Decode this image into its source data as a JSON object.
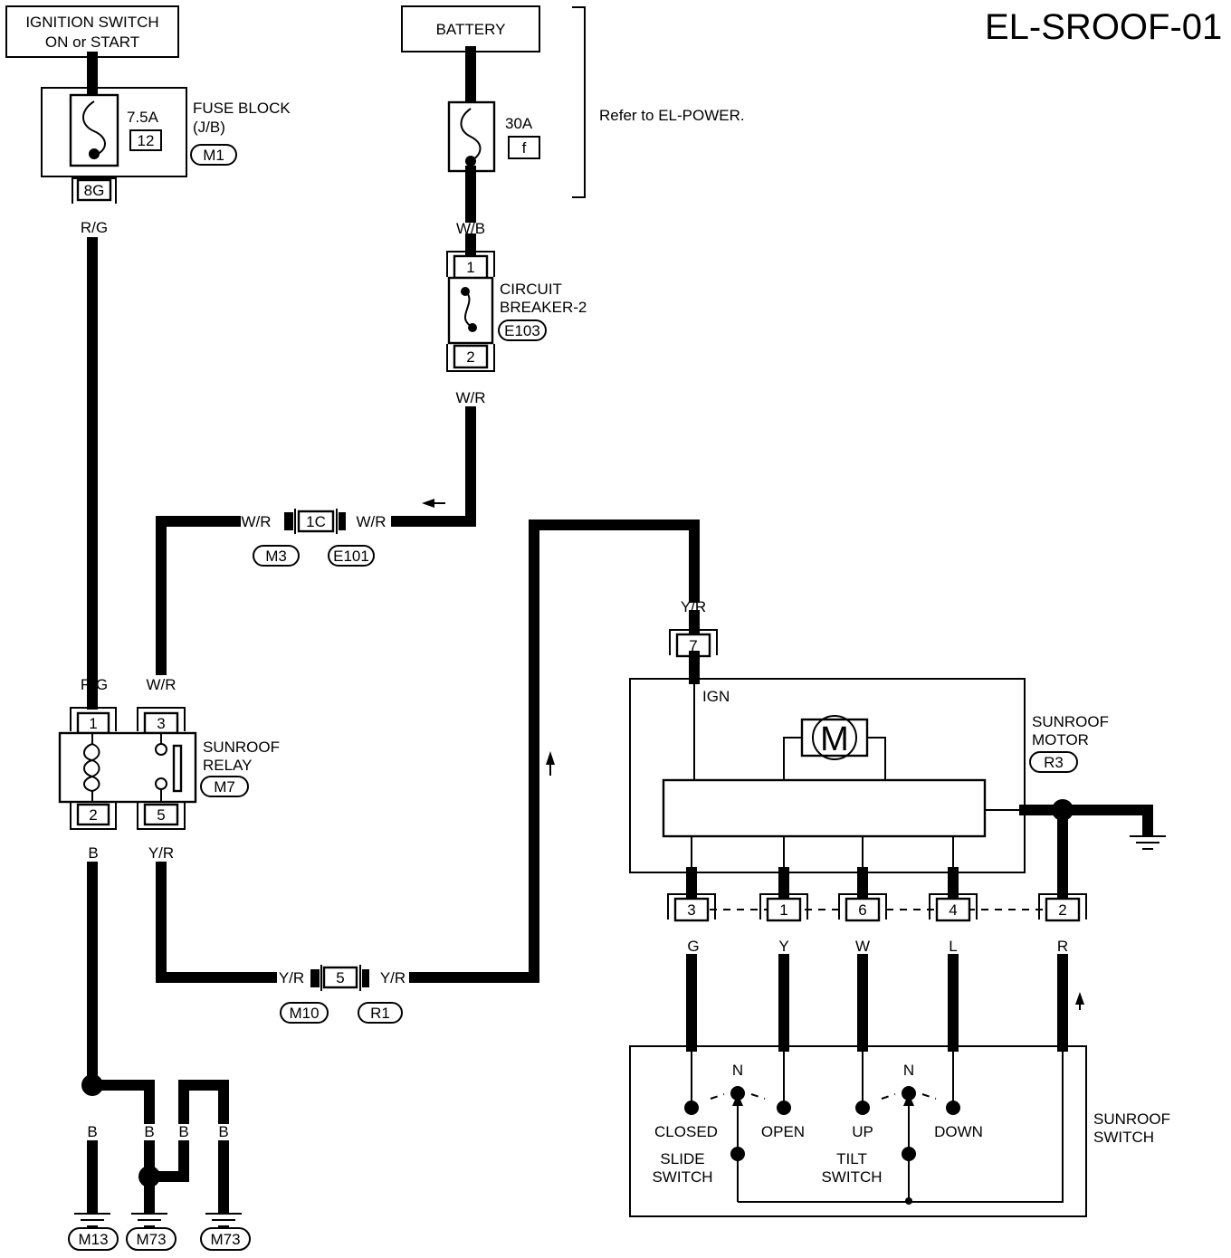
{
  "diagram_id": "EL-SROOF-01",
  "sources": {
    "ignition_switch": [
      "IGNITION SWITCH",
      "ON or START"
    ],
    "battery": "BATTERY",
    "refer_note": "Refer to EL-POWER."
  },
  "fuse_block": {
    "label": [
      "FUSE BLOCK",
      "(J/B)"
    ],
    "rating": "7.5A",
    "fuse_no": "12",
    "connector": "M1",
    "terminal": "8G"
  },
  "battery_fuse": {
    "rating": "30A",
    "fuse_no": "f"
  },
  "circuit_breaker": {
    "label": [
      "CIRCUIT",
      "BREAKER-2"
    ],
    "connector": "E103",
    "pin_in": "1",
    "pin_out": "2"
  },
  "wire_colors": {
    "rg": "R/G",
    "wb": "W/B",
    "wr": "W/R",
    "yr": "Y/R",
    "b": "B",
    "g": "G",
    "y": "Y",
    "w": "W",
    "l": "L",
    "r": "R"
  },
  "joint_connectors": {
    "c1": {
      "pin": "1C",
      "left": "M3",
      "right": "E101"
    },
    "c2": {
      "pin": "5",
      "left": "M10",
      "right": "R1"
    }
  },
  "relay": {
    "label": [
      "SUNROOF",
      "RELAY"
    ],
    "connector": "M7",
    "pins": [
      "1",
      "3",
      "2",
      "5"
    ]
  },
  "motor": {
    "label": [
      "SUNROOF",
      "MOTOR"
    ],
    "connector": "R3",
    "ign_pin": "7",
    "ign_label": "IGN",
    "symbol": "M",
    "pins": [
      "3",
      "1",
      "6",
      "4",
      "2"
    ]
  },
  "switch": {
    "label": [
      "SUNROOF",
      "SWITCH"
    ],
    "neutral": "N",
    "closed": "CLOSED",
    "open": "OPEN",
    "up": "UP",
    "down": "DOWN",
    "slide": [
      "SLIDE",
      "SWITCH"
    ],
    "tilt": [
      "TILT",
      "SWITCH"
    ]
  },
  "grounds": [
    "M13",
    "M73",
    "M73"
  ]
}
